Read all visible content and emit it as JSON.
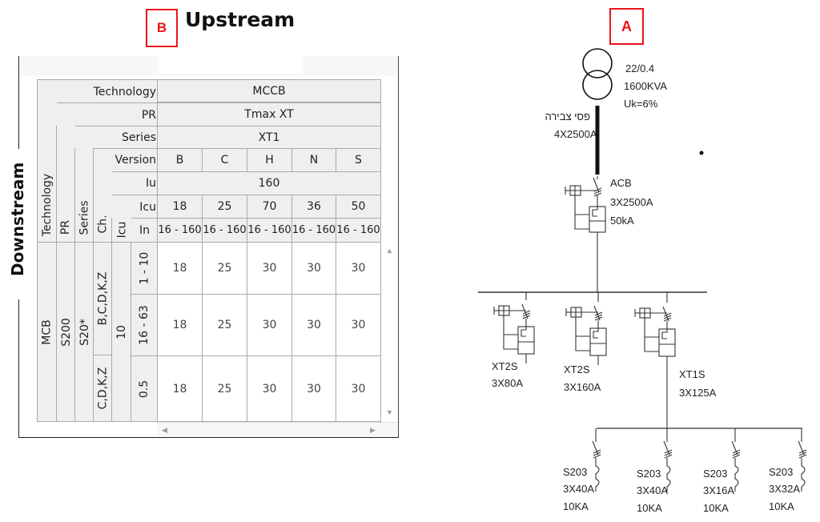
{
  "panel_b": {
    "badge": "B",
    "title": "Upstream",
    "side_label": "Downstream",
    "upstream_headers": {
      "technology": {
        "label": "Technology",
        "value": "MCCB"
      },
      "pr": {
        "label": "PR",
        "value": "Tmax XT"
      },
      "series": {
        "label": "Series",
        "value": "XT1"
      },
      "version": {
        "label": "Version",
        "values": [
          "B",
          "C",
          "H",
          "N",
          "S"
        ]
      },
      "iu": {
        "label": "Iu",
        "value": "160"
      },
      "icu": {
        "label": "Icu",
        "values": [
          "18",
          "25",
          "70",
          "36",
          "50"
        ]
      },
      "in": {
        "label": "In",
        "values": [
          "16 - 160",
          "16 - 160",
          "16 - 160",
          "16 - 160",
          "16 - 160"
        ]
      }
    },
    "downstream_headers": {
      "technology": "Technology",
      "pr": "PR",
      "series": "Series",
      "ch": "Ch.",
      "icu": "Icu"
    },
    "downstream_values": {
      "technology": "MCB",
      "pr": "S200",
      "series": "S20*",
      "ch": [
        "B,C,D,K,Z",
        "C,D,K,Z"
      ],
      "icu": "10",
      "in": [
        "1 - 10",
        "16 - 63",
        "0.5"
      ]
    },
    "rows": [
      [
        "18",
        "25",
        "30",
        "30",
        "30"
      ],
      [
        "18",
        "25",
        "30",
        "30",
        "30"
      ],
      [
        "18",
        "25",
        "30",
        "30",
        "30"
      ]
    ],
    "scroll_icons": {
      "up": "▲",
      "down": "▼",
      "left": "◀",
      "right": "▶"
    }
  },
  "panel_a": {
    "badge": "A",
    "transformer": {
      "ratio": "22/0.4",
      "power": "1600KVA",
      "uk": "Uk=6%"
    },
    "busbar": {
      "name": "פסי צבירה",
      "rating": "4X2500A"
    },
    "acb": {
      "type": "ACB",
      "rating": "3X2500A",
      "breaking": "50kA"
    },
    "feeders": [
      {
        "type": "XT2S",
        "rating": "3X80A"
      },
      {
        "type": "XT2S",
        "rating": "3X160A"
      },
      {
        "type": "XT1S",
        "rating": "3X125A"
      }
    ],
    "mcbs": [
      {
        "type": "S203",
        "rating": "3X40A",
        "breaking": "10KA"
      },
      {
        "type": "S203",
        "rating": "3X40A",
        "breaking": "10KA"
      },
      {
        "type": "S203",
        "rating": "3X16A",
        "breaking": "10KA"
      },
      {
        "type": "S203",
        "rating": "3X32A",
        "breaking": "10KA"
      }
    ]
  }
}
